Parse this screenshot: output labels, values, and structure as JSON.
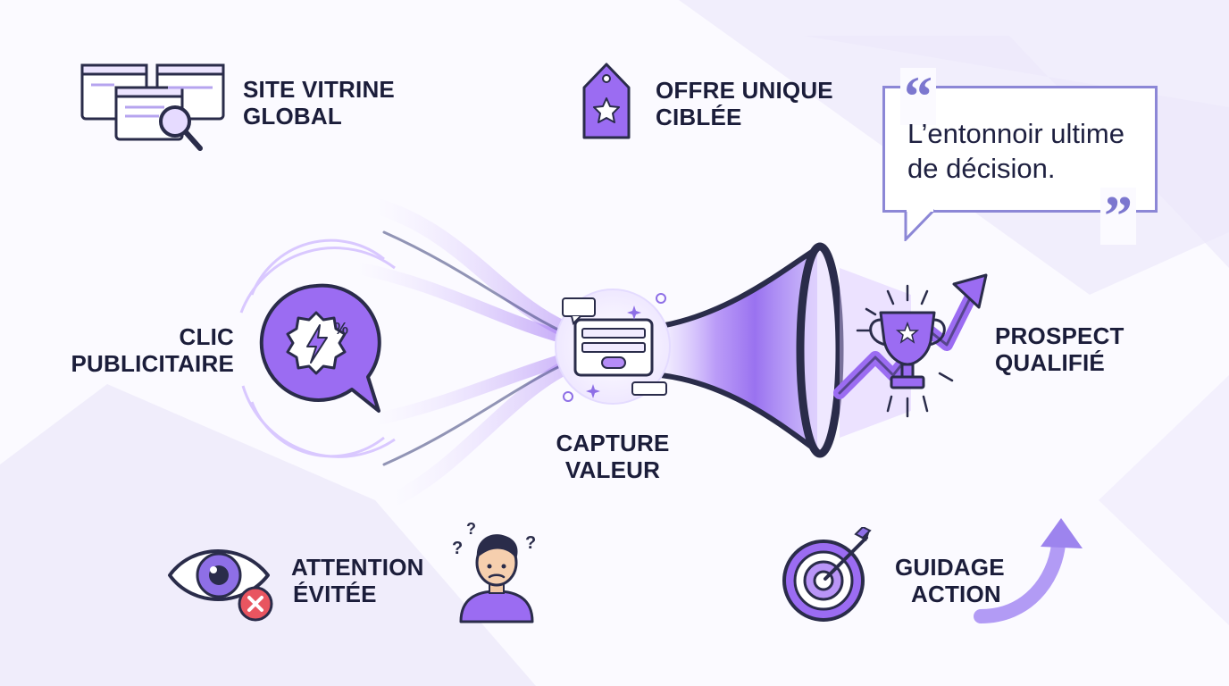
{
  "colors": {
    "accent": "#9b6cf2",
    "accent_dark": "#6e47d8",
    "outline": "#2a2c4a",
    "soft": "#d9c8ff",
    "quote_border": "#8c87d6",
    "error": "#e85560"
  },
  "nodes": {
    "site_vitrine": {
      "line1": "SITE VITRINE",
      "line2": "GLOBAL",
      "icon": "browser-windows-search-icon"
    },
    "offre_unique": {
      "line1": "OFFRE UNIQUE",
      "line2": "CIBLÉE",
      "icon": "price-tag-star-icon"
    },
    "clic_publicitaire": {
      "line1": "CLIC",
      "line2": "PUBLICITAIRE",
      "icon": "lightning-badge-chat-icon"
    },
    "capture_valeur": {
      "line1": "CAPTURE",
      "line2": "VALEUR",
      "icon": "form-capture-icon"
    },
    "prospect_qualifie": {
      "line1": "PROSPECT",
      "line2": "QUALIFIÉ",
      "icon": "trophy-growth-arrow-icon"
    },
    "attention_evitee": {
      "line1": "ATTENTION",
      "line2": "ÉVITÉE",
      "icon": "eye-blocked-icon"
    },
    "guidage_action": {
      "line1": "GUIDAGE",
      "line2": "ACTION",
      "icon": "target-arrow-icon"
    }
  },
  "quote": {
    "line1": "L’entonnoir ultime",
    "line2": "de décision.",
    "open_mark": "“",
    "close_mark": "”"
  }
}
